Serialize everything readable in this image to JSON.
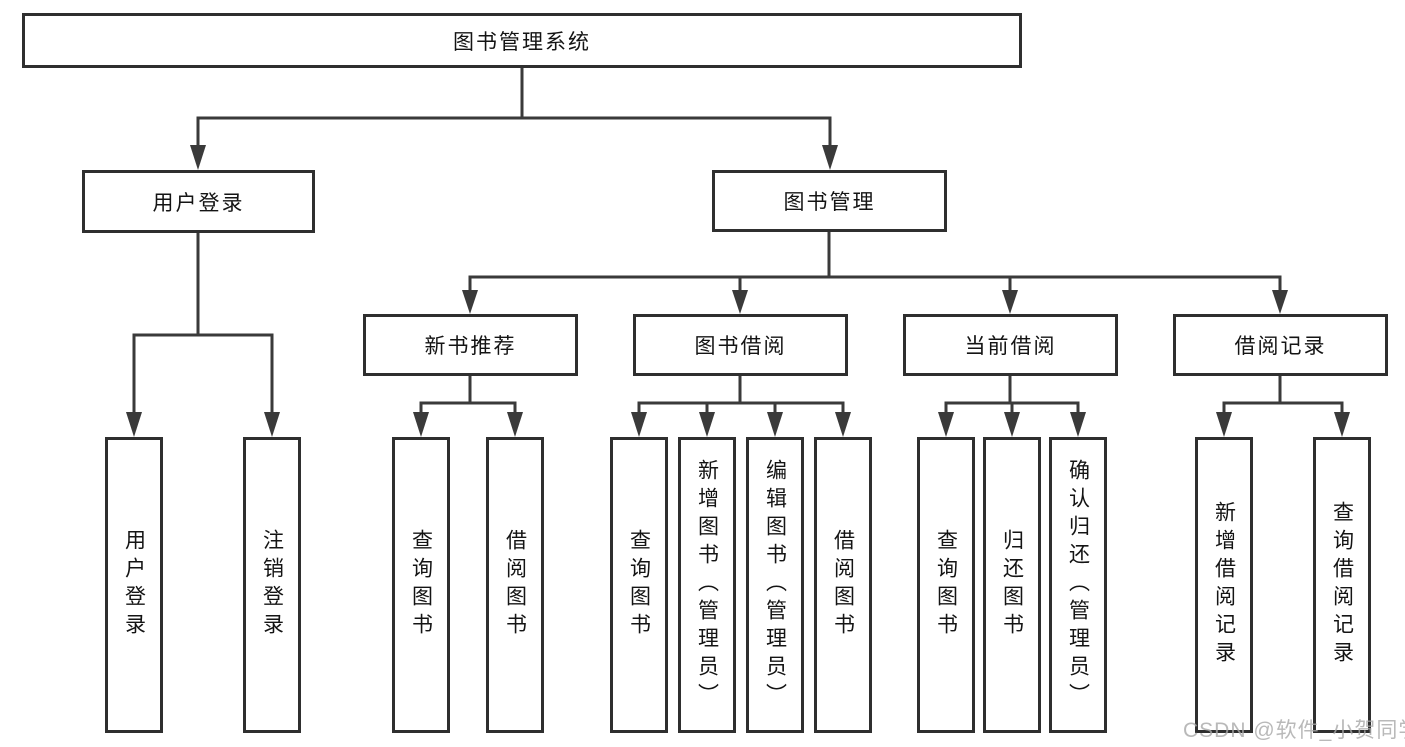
{
  "diagram": {
    "root": {
      "label": "图书管理系统"
    },
    "level2": {
      "user_login": {
        "label": "用户登录"
      },
      "book_mgmt": {
        "label": "图书管理"
      }
    },
    "level3": {
      "new_books": {
        "label": "新书推荐"
      },
      "book_borrow": {
        "label": "图书借阅"
      },
      "current_borrow": {
        "label": "当前借阅"
      },
      "borrow_records": {
        "label": "借阅记录"
      }
    },
    "leaves": {
      "user_login": [
        "用户登录",
        "注销登录"
      ],
      "new_books": [
        "查询图书",
        "借阅图书"
      ],
      "book_borrow": [
        "查询图书",
        "新增图书（管理员）",
        "编辑图书（管理员）",
        "借阅图书"
      ],
      "current_borrow": [
        "查询图书",
        "归还图书",
        "确认归还（管理员）"
      ],
      "borrow_records": [
        "新增借阅记录",
        "查询借阅记录"
      ]
    }
  },
  "watermark": {
    "text": "CSDN @软件_小贺同学"
  },
  "colors": {
    "line": "#3a3a3a",
    "box_border": "#2f2f2f",
    "text": "#141414",
    "background": "#ffffff",
    "watermark": "#a8a8a8"
  }
}
